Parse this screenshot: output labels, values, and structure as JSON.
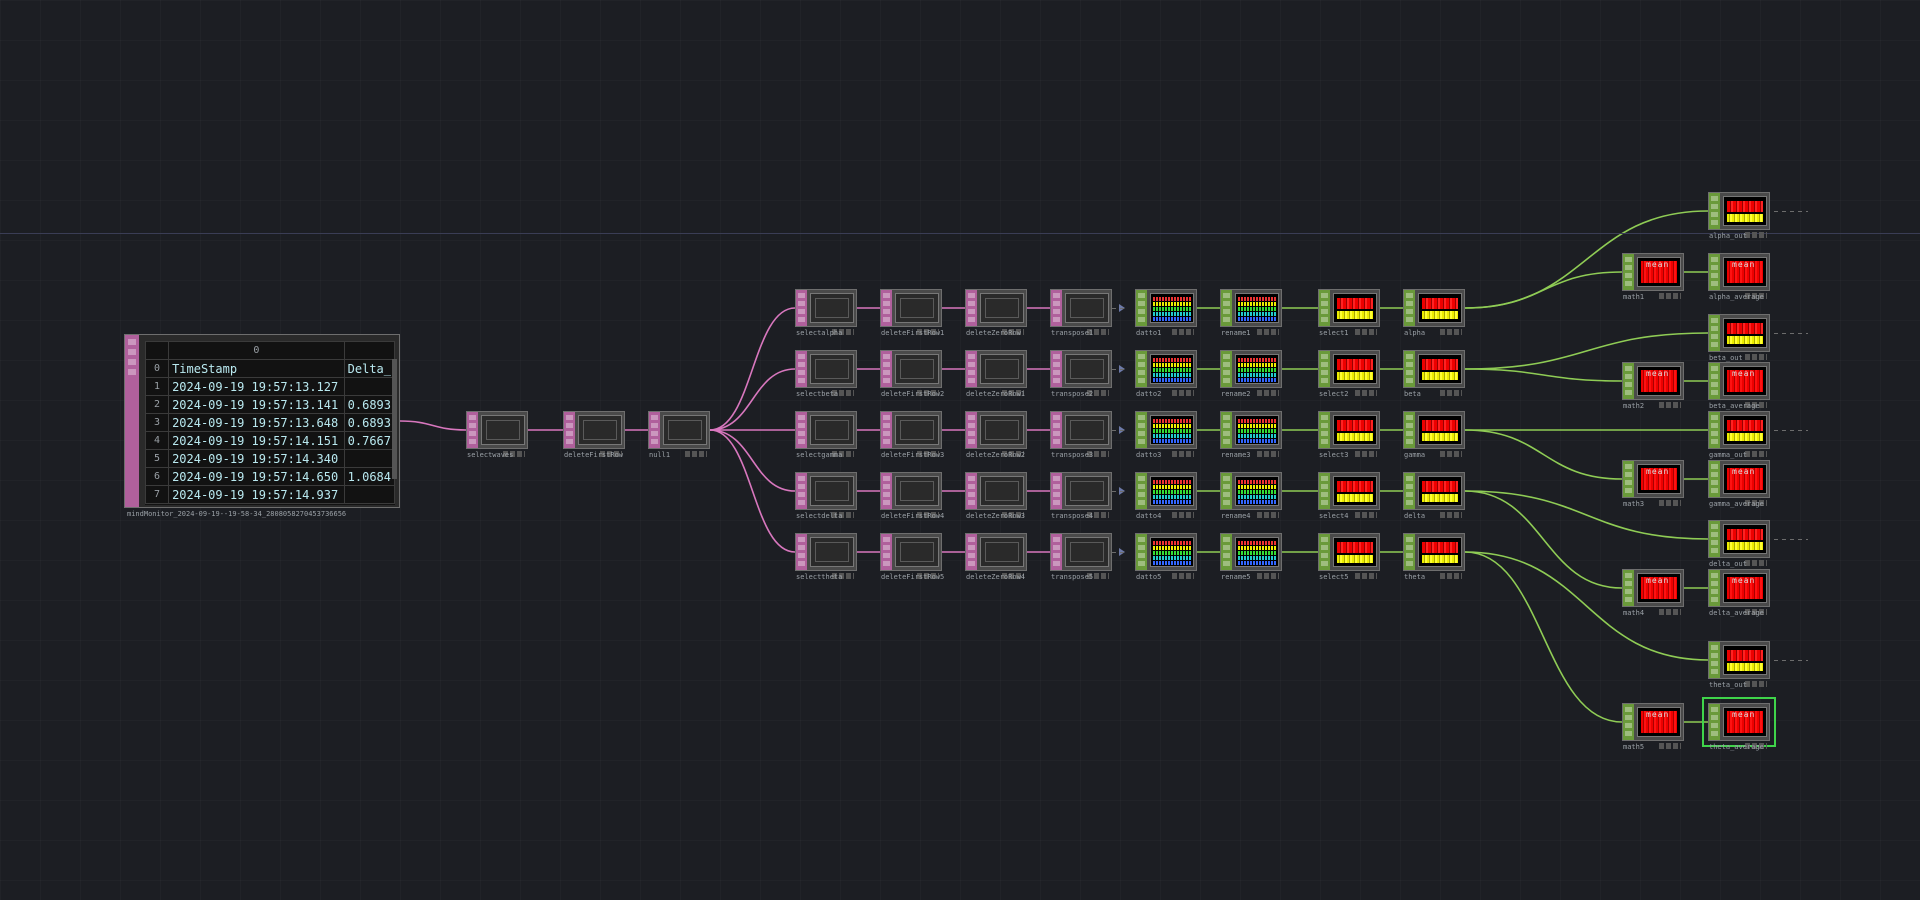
{
  "window": {
    "title": ""
  },
  "table": {
    "col_header": "0",
    "headers": [
      "TimeStamp",
      "Delta_"
    ],
    "rows": [
      {
        "idx": "0",
        "c0": "TimeStamp",
        "c1": "Delta_"
      },
      {
        "idx": "1",
        "c0": "2024-09-19 19:57:13.127",
        "c1": ""
      },
      {
        "idx": "2",
        "c0": "2024-09-19 19:57:13.141",
        "c1": "0.6893"
      },
      {
        "idx": "3",
        "c0": "2024-09-19 19:57:13.648",
        "c1": "0.6893"
      },
      {
        "idx": "4",
        "c0": "2024-09-19 19:57:14.151",
        "c1": "0.7667"
      },
      {
        "idx": "5",
        "c0": "2024-09-19 19:57:14.340",
        "c1": ""
      },
      {
        "idx": "6",
        "c0": "2024-09-19 19:57:14.650",
        "c1": "1.0684"
      },
      {
        "idx": "7",
        "c0": "2024-09-19 19:57:14.937",
        "c1": ""
      }
    ],
    "label": "mindMonitor_2024-09-19--19-58-34_2808058270453736656"
  },
  "nodes": {
    "selectwaves": "selectwaves",
    "deletefirstrow": "deleteFirstRow",
    "null1": "null1",
    "select_col": [
      "selectalpha",
      "selectbeta",
      "selectgamma",
      "selectdelta",
      "selecttheta"
    ],
    "deletefirst_col": [
      "deleteFirstRow1",
      "deleteFirstRow2",
      "deleteFirstRow3",
      "deleteFirstRow4",
      "deleteFirstRow5"
    ],
    "deletezero_col": [
      "deleteZeroRow",
      "deleteZeroRow1",
      "deleteZeroRow2",
      "deleteZeroRow3",
      "deleteZeroRow4"
    ],
    "transpose_col": [
      "transpose1",
      "transpose2",
      "transpose3",
      "transpose4",
      "transpose5"
    ],
    "datto_col": [
      "datto1",
      "datto2",
      "datto3",
      "datto4",
      "datto5"
    ],
    "rename_col": [
      "rename1",
      "rename2",
      "rename3",
      "rename4",
      "rename5"
    ],
    "selectc_col": [
      "select1",
      "select2",
      "select3",
      "select4",
      "select5"
    ],
    "band_col": [
      "alpha",
      "beta",
      "gamma",
      "delta",
      "theta"
    ],
    "out_col": [
      "alpha_out",
      "beta_out",
      "gamma_out",
      "delta_out",
      "theta_out"
    ],
    "math_col": [
      "math1",
      "math2",
      "math3",
      "math4",
      "math5"
    ],
    "avg_col": [
      "alpha_average",
      "beta_average",
      "gamma_average",
      "delta_average",
      "theta_average"
    ],
    "math_glyph": "mean"
  },
  "colors": {
    "background": "#1c1e23",
    "dat_wire": "#d877be",
    "chop_wire": "#8fcc55",
    "dat_strip": "#b0609c",
    "chop_strip": "#6a9a3a",
    "selected": "#3fd44a"
  }
}
